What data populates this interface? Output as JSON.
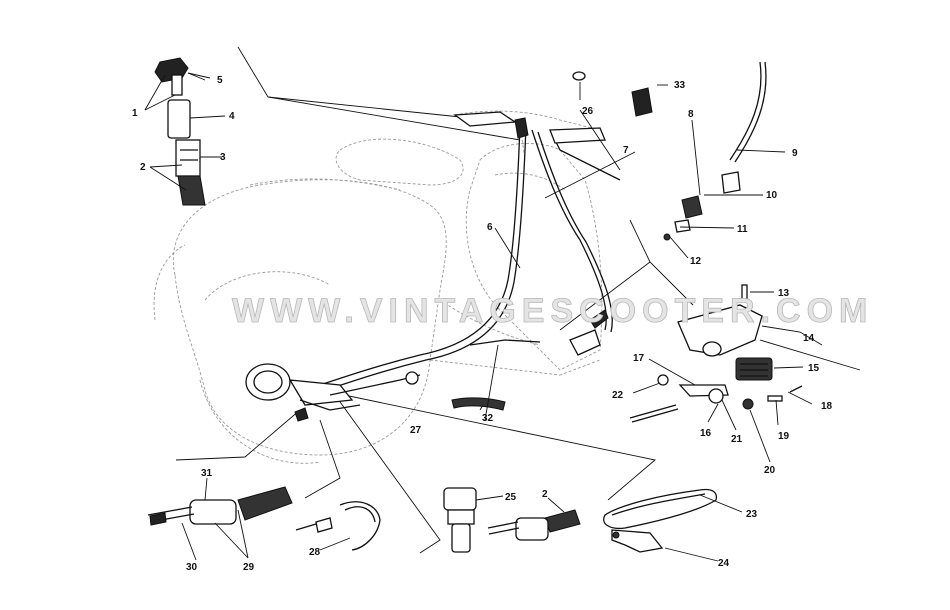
{
  "watermark": "WWW.VINTAGESCOOTER.COM",
  "watermark_display": "WWW.VINTAGESCOOTER.COM",
  "watermark_parts": {
    "prefix": "WWW.",
    "main": "VINTAGESCOOTER",
    "suffix": ".COM"
  },
  "callouts": {
    "n1": "1",
    "n2": "2",
    "n2b": "2",
    "n3": "3",
    "n4": "4",
    "n5": "5",
    "n6": "6",
    "n7": "7",
    "n8": "8",
    "n9": "9",
    "n10": "10",
    "n11": "11",
    "n12": "12",
    "n13": "13",
    "n14": "14",
    "n15": "15",
    "n16": "16",
    "n17": "17",
    "n18": "18",
    "n19": "19",
    "n20": "20",
    "n21": "21",
    "n22": "22",
    "n23": "23",
    "n24": "24",
    "n25": "25",
    "n26": "26",
    "n27": "27",
    "n28": "28",
    "n29": "29",
    "n30": "30",
    "n31": "31",
    "n32": "32",
    "n33": "33"
  }
}
